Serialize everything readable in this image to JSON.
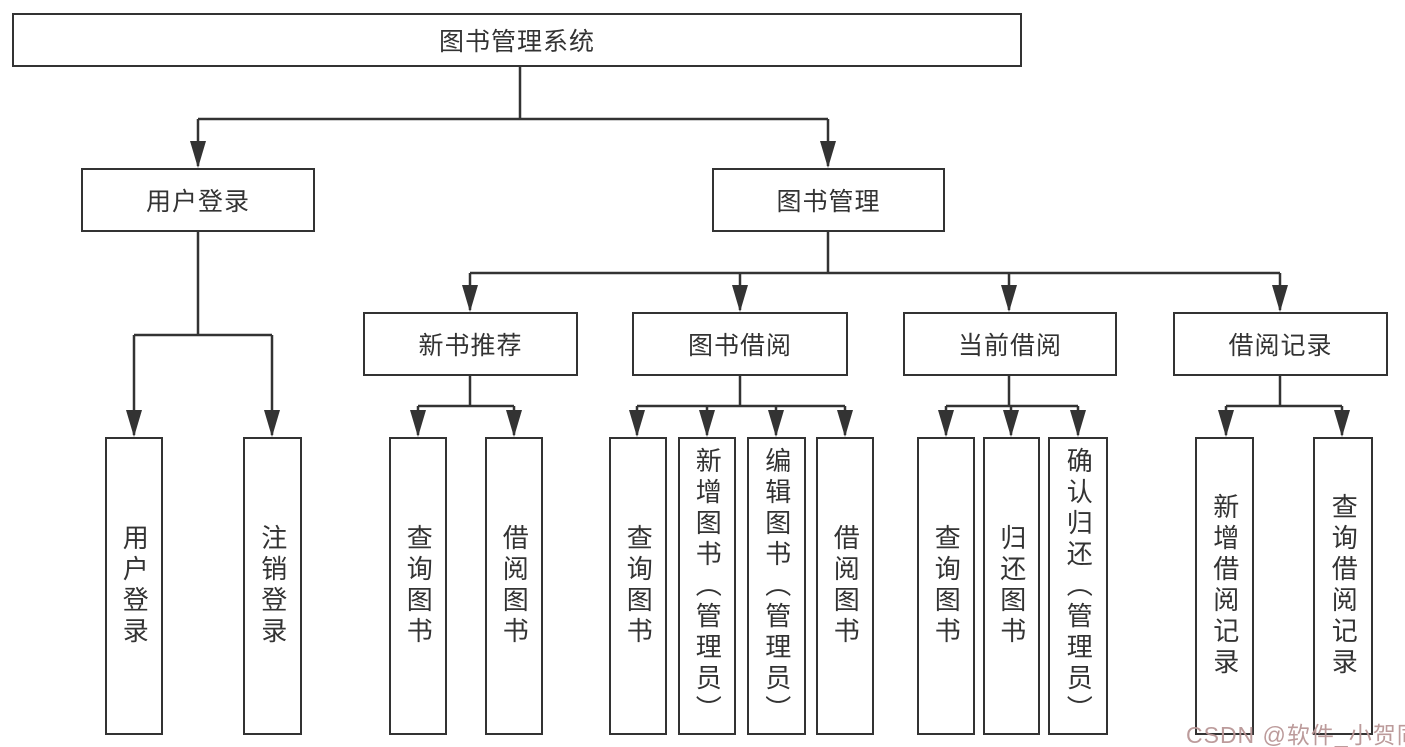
{
  "diagram": {
    "title": "图书管理系统",
    "level2": [
      {
        "id": "user-login",
        "label": "用户登录"
      },
      {
        "id": "book-mgmt",
        "label": "图书管理"
      }
    ],
    "level3": [
      {
        "id": "new-book-rec",
        "label": "新书推荐",
        "parent": "book-mgmt"
      },
      {
        "id": "book-borrow",
        "label": "图书借阅",
        "parent": "book-mgmt"
      },
      {
        "id": "current-borrow",
        "label": "当前借阅",
        "parent": "book-mgmt"
      },
      {
        "id": "borrow-record",
        "label": "借阅记录",
        "parent": "book-mgmt"
      }
    ],
    "leaves": [
      {
        "parent": "user-login",
        "label": "用户登录"
      },
      {
        "parent": "user-login",
        "label": "注销登录"
      },
      {
        "parent": "new-book-rec",
        "label": "查询图书"
      },
      {
        "parent": "new-book-rec",
        "label": "借阅图书"
      },
      {
        "parent": "book-borrow",
        "label": "查询图书"
      },
      {
        "parent": "book-borrow",
        "label": "新增图书（管理员）"
      },
      {
        "parent": "book-borrow",
        "label": "编辑图书（管理员）"
      },
      {
        "parent": "book-borrow",
        "label": "借阅图书"
      },
      {
        "parent": "current-borrow",
        "label": "查询图书"
      },
      {
        "parent": "current-borrow",
        "label": "归还图书"
      },
      {
        "parent": "current-borrow",
        "label": "确认归还（管理员）"
      },
      {
        "parent": "borrow-record",
        "label": "新增借阅记录"
      },
      {
        "parent": "borrow-record",
        "label": "查询借阅记录"
      }
    ],
    "watermark": "CSDN @软件_小贺同学",
    "colors": {
      "line": "#333333",
      "text": "#333333",
      "box_background": "#ffffff",
      "watermark": "#b89696"
    }
  }
}
